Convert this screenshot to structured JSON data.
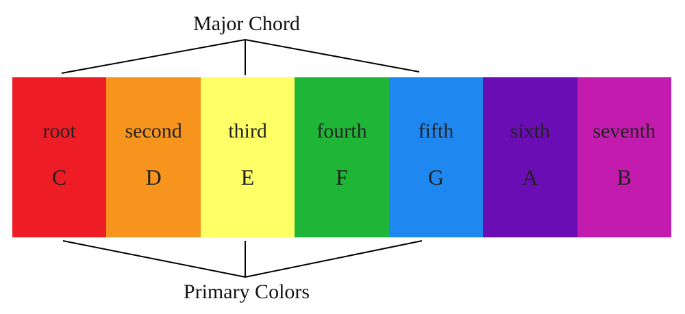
{
  "top_label": "Major Chord",
  "bottom_label": "Primary Colors",
  "scale": [
    {
      "degree": "root",
      "note": "C",
      "color": "#EE1C25"
    },
    {
      "degree": "second",
      "note": "D",
      "color": "#F7941D"
    },
    {
      "degree": "third",
      "note": "E",
      "color": "#FFFF66"
    },
    {
      "degree": "fourth",
      "note": "F",
      "color": "#1FB537"
    },
    {
      "degree": "fifth",
      "note": "G",
      "color": "#1E88F0"
    },
    {
      "degree": "sixth",
      "note": "A",
      "color": "#6A0DB5"
    },
    {
      "degree": "seventh",
      "note": "B",
      "color": "#C21BAE"
    }
  ]
}
